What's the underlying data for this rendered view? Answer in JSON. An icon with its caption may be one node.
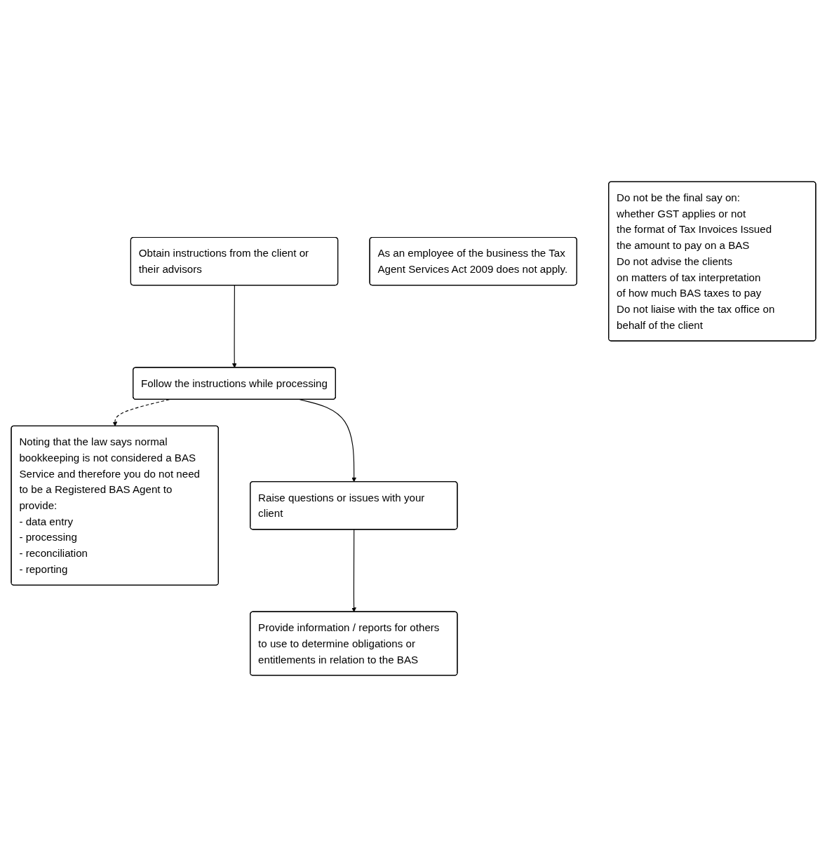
{
  "diagram": {
    "nodes": [
      {
        "text": [
          "Obtain instructions from the client or their advisors"
        ]
      },
      {
        "text": [
          "As an employee of the business the Tax Agent Services Act 2009 does not apply."
        ]
      },
      {
        "text": [
          "Follow the instructions while processing"
        ]
      },
      {
        "text": [
          "Noting that the law says normal bookkeeping is not considered a BAS Service and therefore you do not need to be a Registered BAS Agent to provide:",
          "- data entry",
          "- processing",
          "- reconciliation",
          "- reporting"
        ]
      },
      {
        "text": [
          "Raise questions or issues with your client"
        ]
      },
      {
        "text": [
          "Provide information / reports for others to use to determine obligations or entitlements in relation to the BAS"
        ]
      },
      {
        "text": [
          "Do not be the final say on:",
          "whether GST applies or not",
          "the format of Tax Invoices Issued",
          "the amount to pay on a BAS",
          "Do not advise the clients",
          "on matters of tax interpretation",
          "of how much BAS taxes to pay",
          "Do not liaise with the tax office on behalf of the client"
        ]
      }
    ],
    "edges": [
      {
        "from": 0,
        "to": 2,
        "arrow": "to"
      },
      {
        "from": 2,
        "to": 4,
        "arrow": "to"
      },
      {
        "from": 4,
        "to": 5,
        "arrow": "to"
      },
      {
        "from": 2,
        "to": 3,
        "arrow": "to",
        "style": "dashed"
      }
    ]
  }
}
